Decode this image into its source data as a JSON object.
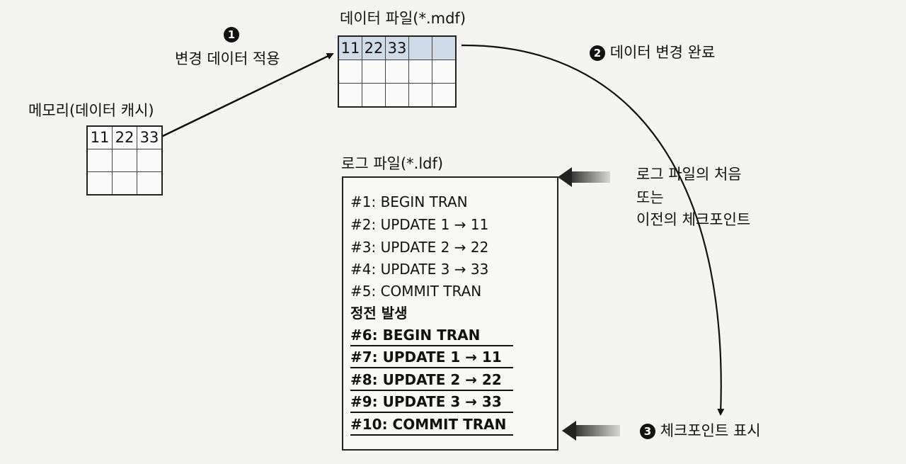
{
  "memory": {
    "title": "메모리(데이터 캐시)",
    "cells": [
      [
        "11",
        "22",
        "33"
      ],
      [
        "",
        "",
        ""
      ],
      [
        "",
        "",
        ""
      ]
    ]
  },
  "mdf": {
    "title": "데이터 파일(*.mdf)",
    "cells": [
      [
        "11",
        "22",
        "33",
        "",
        ""
      ],
      [
        "",
        "",
        "",
        "",
        ""
      ],
      [
        "",
        "",
        "",
        "",
        ""
      ]
    ]
  },
  "step1": {
    "number": "1",
    "label": "변경 데이터 적용"
  },
  "step2": {
    "number": "2",
    "label": "데이터 변경 완료"
  },
  "step3": {
    "number": "3",
    "label": "체크포인트 표시"
  },
  "log": {
    "title": "로그 파일(*.ldf)",
    "lines": [
      "#1: BEGIN TRAN",
      "#2: UPDATE 1 → 11",
      "#3: UPDATE 2 → 22",
      "#4: UPDATE 3 → 33",
      "#5: COMMIT TRAN",
      "정전 발생",
      "#6: BEGIN TRAN",
      "#7: UPDATE 1 → 11",
      "#8: UPDATE 2 → 22",
      "#9: UPDATE 3 → 33",
      "#10: COMMIT TRAN"
    ]
  },
  "start_note": {
    "line1": "로그 파일의 처음",
    "line2": "또는",
    "line3": "이전의 체크포인트"
  }
}
